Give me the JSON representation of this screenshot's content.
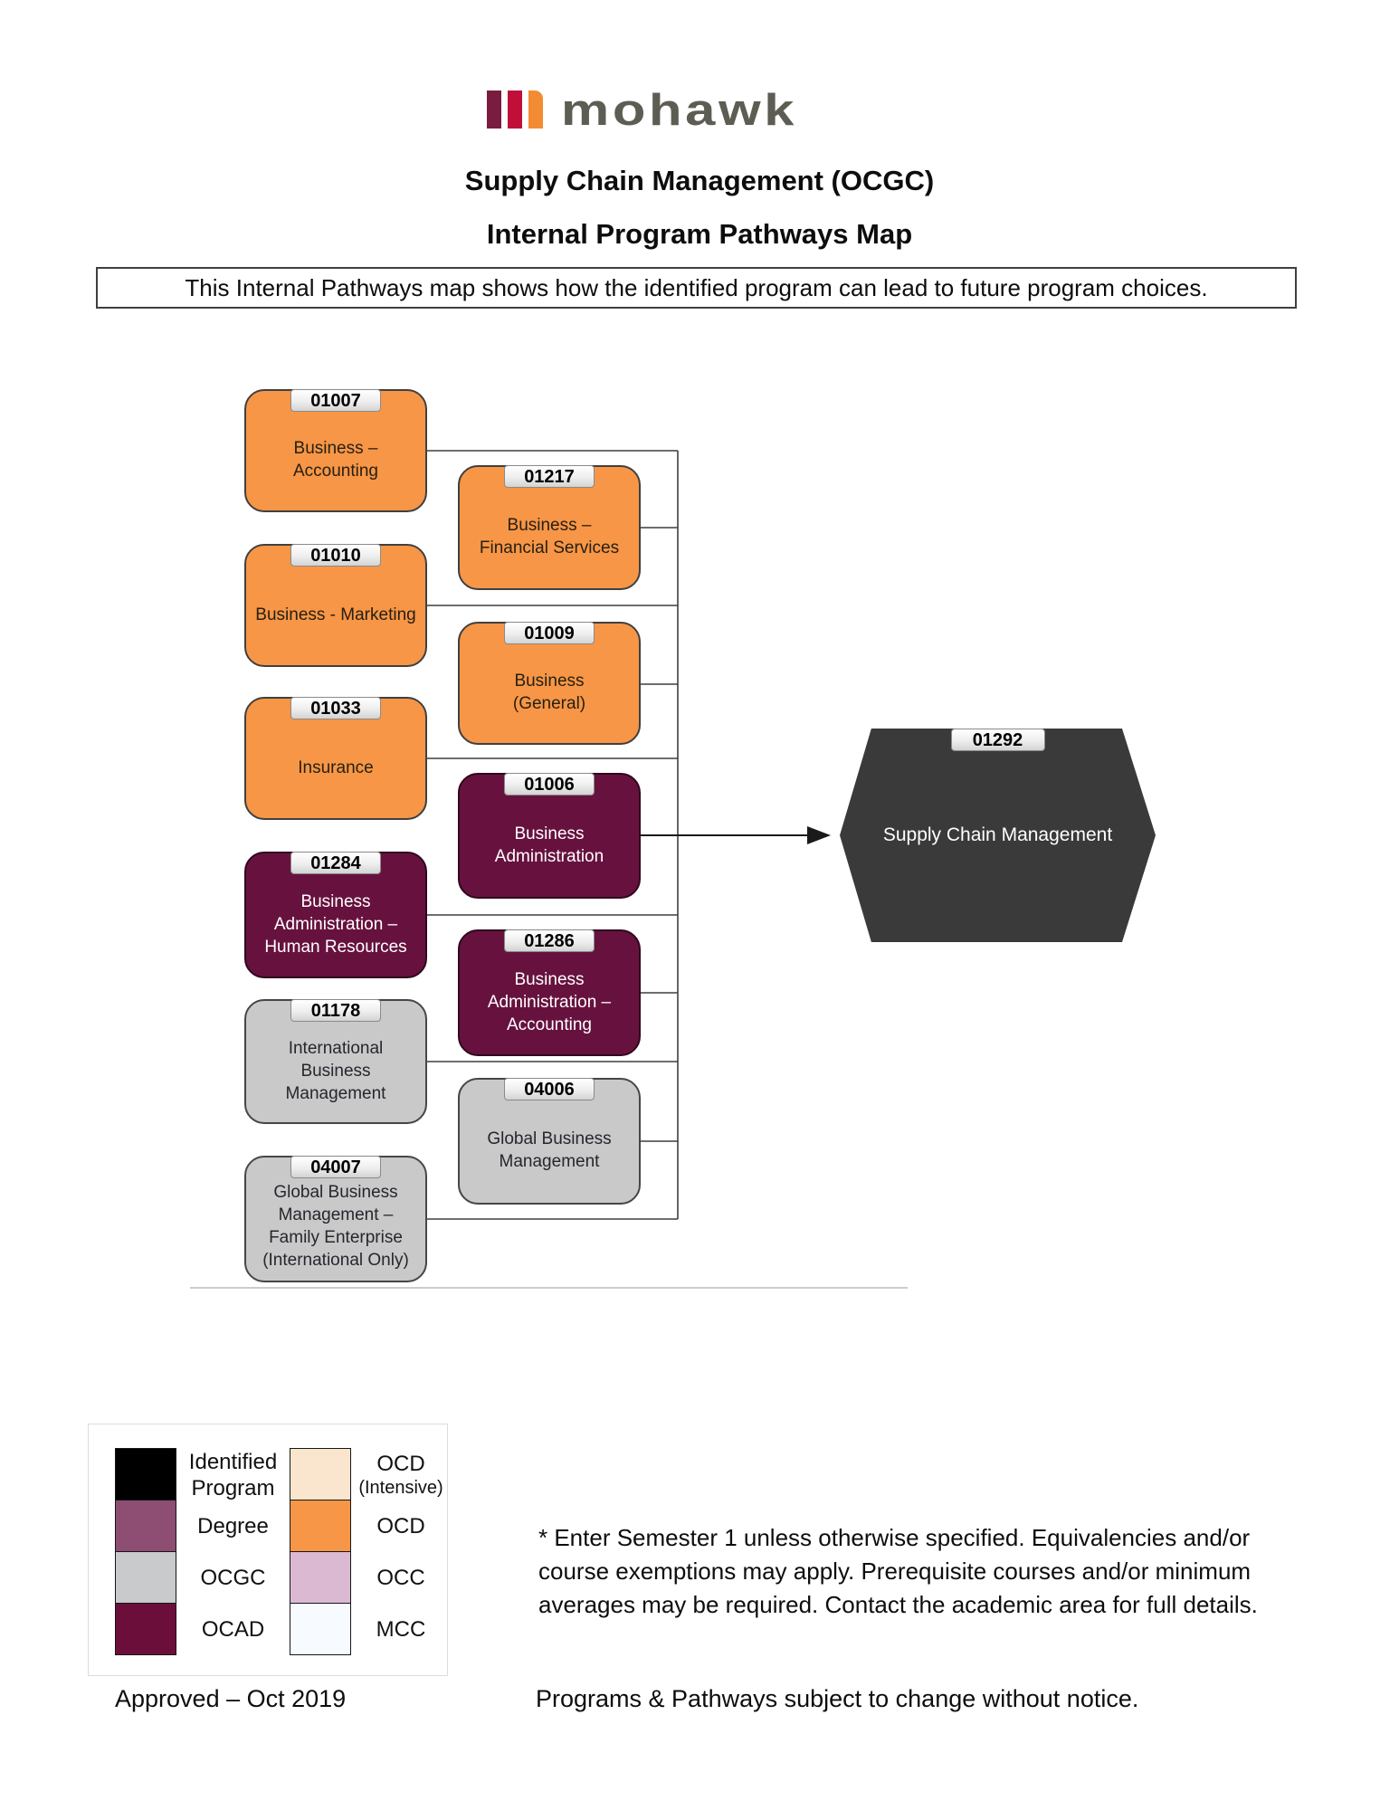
{
  "header": {
    "logo_word": "mohawk",
    "logo_bar_colors": [
      "#7A1C3F",
      "#C0103A",
      "#F28B33"
    ],
    "title": "Supply Chain Management (OCGC)",
    "subtitle": "Internal Program Pathways Map",
    "description": "This Internal Pathways map shows how the identified program can lead to future program choices."
  },
  "diagram": {
    "boxes": [
      {
        "code": "01007",
        "label": "Business –\nAccounting",
        "category": "OCD"
      },
      {
        "code": "01010",
        "label": "Business - Marketing",
        "category": "OCD"
      },
      {
        "code": "01033",
        "label": "Insurance",
        "category": "OCD"
      },
      {
        "code": "01284",
        "label": "Business\nAdministration –\nHuman Resources",
        "category": "OCAD"
      },
      {
        "code": "01178",
        "label": "International\nBusiness\nManagement",
        "category": "OCGC"
      },
      {
        "code": "04007",
        "label": "Global Business\nManagement –\nFamily Enterprise\n(International Only)",
        "category": "OCGC"
      },
      {
        "code": "01217",
        "label": "Business –\nFinancial Services",
        "category": "OCD"
      },
      {
        "code": "01009",
        "label": "Business\n(General)",
        "category": "OCD"
      },
      {
        "code": "01006",
        "label": "Business\nAdministration",
        "category": "OCAD"
      },
      {
        "code": "01286",
        "label": "Business\nAdministration –\nAccounting",
        "category": "OCAD"
      },
      {
        "code": "04006",
        "label": "Global Business\nManagement",
        "category": "OCGC"
      }
    ],
    "target": {
      "code": "01292",
      "label": "Supply Chain Management",
      "category": "Identified Program"
    }
  },
  "legend": {
    "left": [
      {
        "label": "Identified\nProgram",
        "color": "#000000"
      },
      {
        "label": "Degree",
        "color": "#8E4D72"
      },
      {
        "label": "OCGC",
        "color": "#C9CACB"
      },
      {
        "label": "OCAD",
        "color": "#6B0F3A"
      }
    ],
    "right": [
      {
        "label": "OCD",
        "sublabel": "(Intensive)",
        "color": "#FAE6CE"
      },
      {
        "label": "OCD",
        "color": "#F79646"
      },
      {
        "label": "OCC",
        "color": "#DCB9D2"
      },
      {
        "label": "MCC",
        "color": "#F7FAFE"
      }
    ]
  },
  "footnote": "* Enter Semester 1 unless otherwise specified. Equivalencies and/or\ncourse exemptions may apply. Prerequisite courses and/or minimum\naverages may be required. Contact the academic area for full details.",
  "footer": {
    "approved": "Approved – Oct 2019",
    "disclaimer": "Programs & Pathways subject to change without notice."
  }
}
